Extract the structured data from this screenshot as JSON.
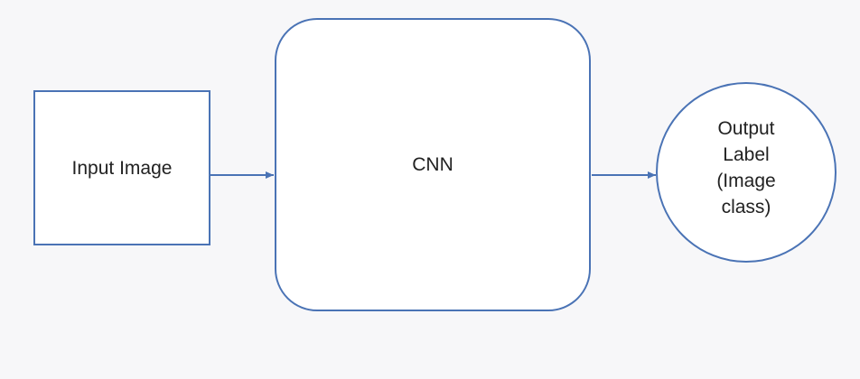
{
  "diagram": {
    "colors": {
      "background": "#f7f7f9",
      "stroke": "#4a73b5",
      "text": "#222222"
    },
    "nodes": {
      "input": {
        "label": "Input Image",
        "shape": "rectangle"
      },
      "cnn": {
        "label": "CNN",
        "shape": "rounded-rectangle"
      },
      "output": {
        "shape": "circle",
        "lines": [
          "Output",
          "Label",
          "(Image",
          "class)"
        ]
      }
    },
    "edges": [
      {
        "from": "input",
        "to": "cnn"
      },
      {
        "from": "cnn",
        "to": "output"
      }
    ]
  }
}
